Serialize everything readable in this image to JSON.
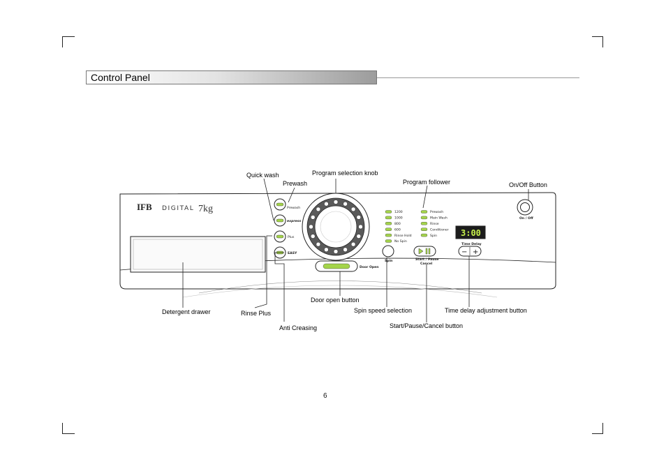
{
  "header": {
    "title": "Control Panel"
  },
  "brand": {
    "logo": "IFB",
    "model": "DIGITAL",
    "capacity": "7kg"
  },
  "callouts": {
    "quick_wash": "Quick wash",
    "prewash": "Prewash",
    "program_selection_knob": "Program selection knob",
    "program_follower": "Program follower",
    "on_off_button": "On/Off Button",
    "detergent_drawer": "Detergent drawer",
    "rinse_plus": "Rinse Plus",
    "anti_creasing": "Anti Creasing",
    "door_open_button": "Door open button",
    "spin_speed_selection": "Spin speed selection",
    "start_pause_cancel_button": "Start/Pause/Cancel button",
    "time_delay_adjustment_button": "Time delay adjustment button"
  },
  "panel": {
    "prewash_label": "Prewash",
    "quickwash_label": "express",
    "rinse_plus_label": "Plus",
    "anti_crease_label": "EASY",
    "door_open": "Door Open",
    "spin_label": "Spin",
    "start_label_1": "Start / Pause",
    "start_label_2": "Cancel",
    "time_delay_label": "Time Delay",
    "minus": "−",
    "plus": "+",
    "on_off_label": "On / Off",
    "display_value": "3:00",
    "spin_speeds": [
      "1200",
      "1000",
      "800",
      "600",
      "Rinse Hold",
      "No Spin"
    ],
    "program_stages": [
      "Prewash",
      "Main Wash",
      "Rinse",
      "Conditioner",
      "Spin"
    ]
  },
  "colors": {
    "led_green": "#a4d44a",
    "display_digits": "#c6f04a"
  },
  "page_number": "6"
}
